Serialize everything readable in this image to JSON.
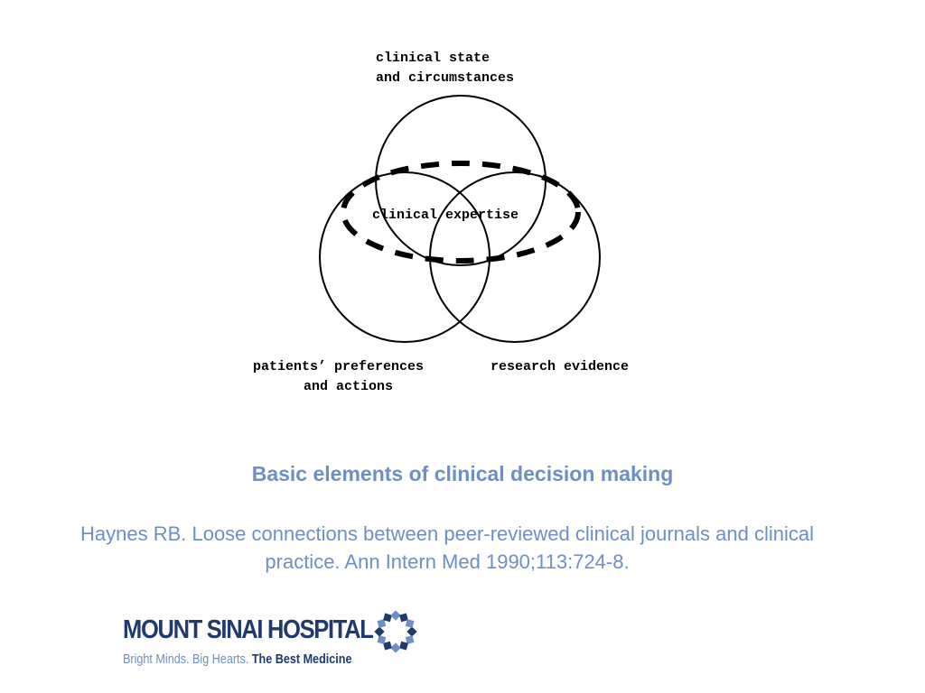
{
  "diagram": {
    "circles": [
      {
        "name": "clinical-state-circle",
        "label_lines": [
          "clinical state",
          "and circumstances"
        ]
      },
      {
        "name": "patients-preferences-circle",
        "label_lines": [
          "patients’ preferences",
          "and actions"
        ]
      },
      {
        "name": "research-evidence-circle",
        "label_lines": [
          "research evidence"
        ]
      }
    ],
    "center_label": "clinical expertise"
  },
  "caption": {
    "title": "Basic elements of clinical decision making",
    "citation_line1": "Haynes RB. Loose connections between peer-reviewed clinical journals and clinical",
    "citation_line2": "practice. Ann Intern Med 1990;113:724-8."
  },
  "logo": {
    "name": "MOUNT SINAI HOSPITAL",
    "tagline_plain": "Bright Minds. Big Hearts. ",
    "tagline_emphasis": "The Best Medicine"
  },
  "colors": {
    "caption_blue": "#6d8fc6",
    "logo_navy": "#1f3a6b",
    "logo_light": "#6d8fc6"
  }
}
